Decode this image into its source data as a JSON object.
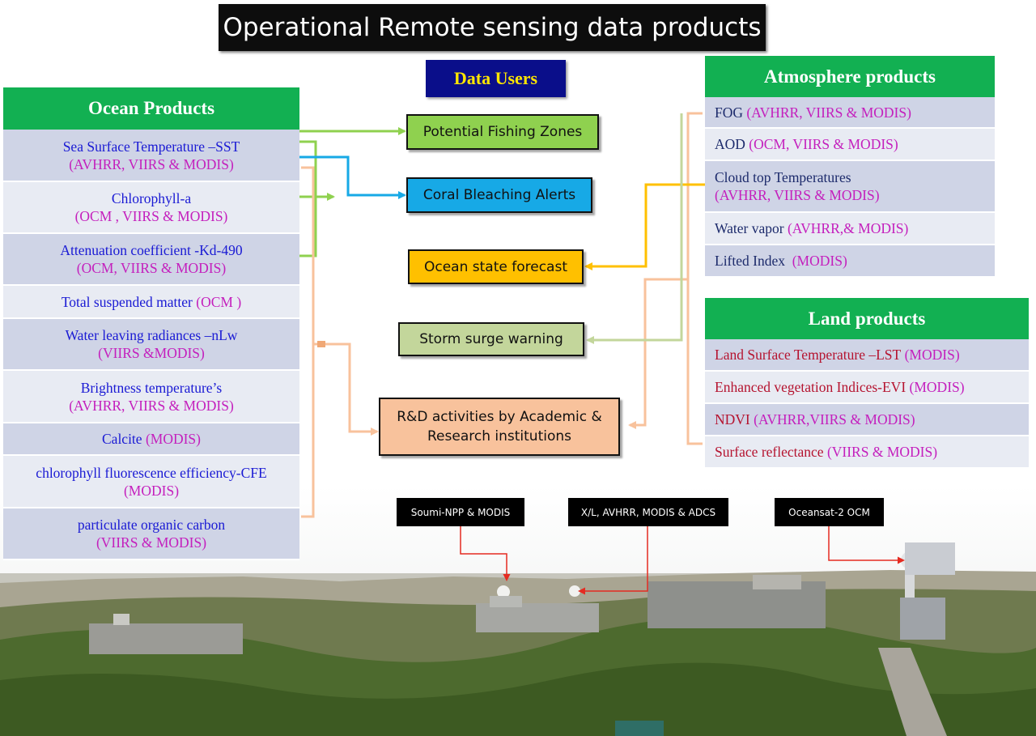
{
  "title": "Operational Remote sensing data products",
  "data_users_label": "Data Users",
  "ocean": {
    "header": "Ocean Products",
    "items": [
      {
        "name": "Sea Surface Temperature –SST",
        "sensors": "(AVHRR, VIIRS & MODIS)"
      },
      {
        "name": "Chlorophyll-a",
        "sensors": "(OCM , VIIRS & MODIS)"
      },
      {
        "name": "Attenuation coefficient -Kd-490",
        "sensors": "(OCM, VIIRS & MODIS)"
      },
      {
        "name": "Total suspended matter",
        "sensors": "(OCM )"
      },
      {
        "name": "Water leaving radiances –nLw",
        "sensors": "(VIIRS &MODIS)"
      },
      {
        "name": "Brightness temperature’s",
        "sensors": "(AVHRR, VIIRS & MODIS)"
      },
      {
        "name": "Calcite",
        "sensors": "(MODIS)"
      },
      {
        "name": "chlorophyll fluorescence efficiency-CFE",
        "sensors": "(MODIS)"
      },
      {
        "name": "particulate organic carbon",
        "sensors": "(VIIRS & MODIS)"
      }
    ]
  },
  "atmosphere": {
    "header": "Atmosphere products",
    "items": [
      {
        "name": "FOG",
        "sensors": "(AVHRR, VIIRS & MODIS)"
      },
      {
        "name": "AOD",
        "sensors": "(OCM,  VIIRS & MODIS)"
      },
      {
        "name": "Cloud top Temperatures",
        "sensors": "(AVHRR, VIIRS & MODIS)"
      },
      {
        "name": "Water vapor",
        "sensors": "(AVHRR,& MODIS)"
      },
      {
        "name": "Lifted Index",
        "sensors": "(MODIS)"
      }
    ]
  },
  "land": {
    "header": "Land products",
    "items": [
      {
        "name": "Land Surface Temperature –LST",
        "sensors": "(MODIS)"
      },
      {
        "name": "Enhanced vegetation Indices-EVI",
        "sensors": "(MODIS)"
      },
      {
        "name": "NDVI",
        "sensors": "(AVHRR,VIIRS & MODIS)"
      },
      {
        "name": "Surface reflectance",
        "sensors": "(VIIRS & MODIS)"
      }
    ]
  },
  "users": {
    "fishing": "Potential Fishing Zones",
    "coral": "Coral Bleaching Alerts",
    "ocean_state": "Ocean state forecast",
    "storm": "Storm surge warning",
    "rd_line1": "R&D activities by Academic &",
    "rd_line2": "Research institutions"
  },
  "satellites": {
    "soumi": "Soumi-NPP & MODIS",
    "xl": "X/L, AVHRR, MODIS & ADCS",
    "oceansat": "Oceansat-2 OCM"
  },
  "colors": {
    "header_green": "#12b052",
    "fishing_green": "#8fd14f",
    "coral_blue": "#17a9e6",
    "ocean_state_orange": "#ffc000",
    "storm_green": "#c3d69b",
    "rd_peach": "#f8c29c",
    "sat_arrow_red": "#e52b21"
  }
}
